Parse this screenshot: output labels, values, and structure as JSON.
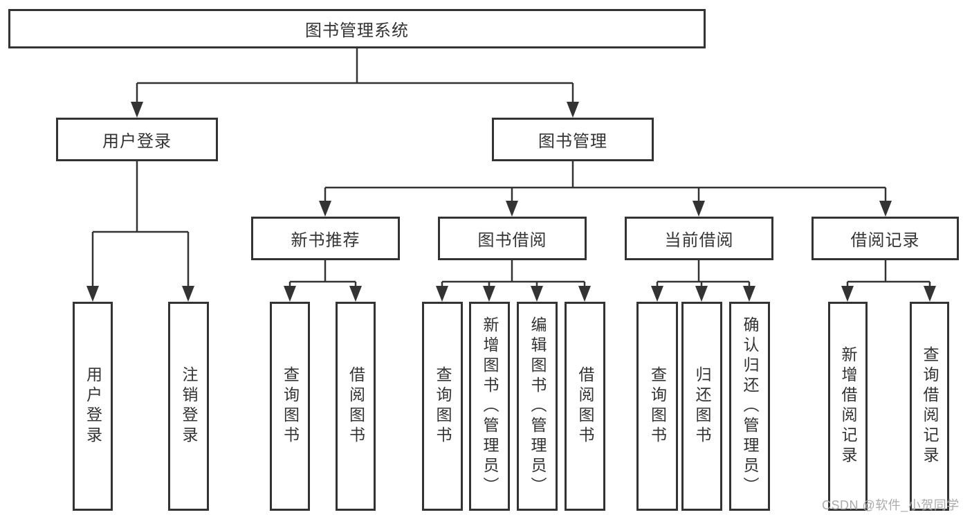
{
  "diagram": {
    "root": {
      "label": "图书管理系统"
    },
    "branches": [
      {
        "label": "用户登录",
        "leaves": [
          {
            "label": "用户登录"
          },
          {
            "label": "注销登录"
          }
        ]
      },
      {
        "label": "图书管理",
        "groups": [
          {
            "label": "新书推荐",
            "leaves": [
              {
                "label": "查询图书"
              },
              {
                "label": "借阅图书"
              }
            ]
          },
          {
            "label": "图书借阅",
            "leaves": [
              {
                "label": "查询图书"
              },
              {
                "label": "新增图书（管理员）"
              },
              {
                "label": "编辑图书（管理员）"
              },
              {
                "label": "借阅图书"
              }
            ]
          },
          {
            "label": "当前借阅",
            "leaves": [
              {
                "label": "查询图书"
              },
              {
                "label": "归还图书"
              },
              {
                "label": "确认归还（管理员）"
              }
            ]
          },
          {
            "label": "借阅记录",
            "leaves": [
              {
                "label": "新增借阅记录"
              },
              {
                "label": "查询借阅记录"
              }
            ]
          }
        ]
      }
    ]
  },
  "watermark": {
    "text": "CSDN @软件_小贺同学"
  },
  "colors": {
    "line": "#333333",
    "box_border": "#333333",
    "box_background": "#ffffff",
    "text": "#333333",
    "watermark_text": "#ababab"
  }
}
